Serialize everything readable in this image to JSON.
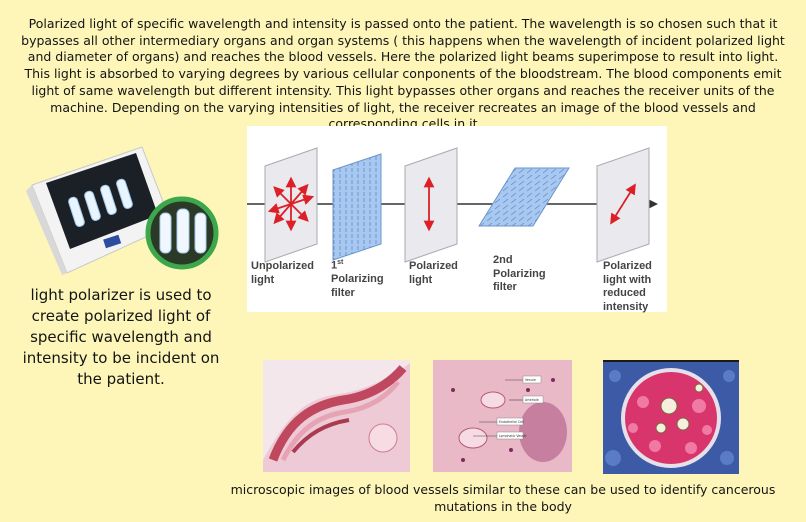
{
  "intro_text": "Polarized light of specific wavelength and intensity is passed onto the patient. The wavelength is so chosen such that it bypasses all other intermediary organs and organ systems ( this happens when the wavelength of incident polarized light and diameter of organs) and reaches the blood vessels. Here the polarized light beams superimpose to result into light. This light is absorbed to varying degrees by various cellular conponents of the bloodstream. The blood components emit light of same wavelength but different intensity. This light bypasses other organs and reaches the receiver units of the machine. Depending on the varying intensities of light, the receiver recreates an image of the blood vessels and corresponding cells in it",
  "device_caption": "light polarizer is used to create polarized light of specific wavelength and intensity to be incident on the patient.",
  "diagram": {
    "labels": {
      "unpolarized": "Unpolarized light",
      "filter1_num": "1",
      "filter1_sup": "st",
      "filter1_rest": "Polarizing filter",
      "polarized": "Polarized light",
      "filter2": "2nd Polarizing filter",
      "reduced": "Polarized light with reduced intensity"
    },
    "colors": {
      "panel": "#e9e9ee",
      "filter": "#a7c9f1",
      "arrow": "#dd2027",
      "beam": "#333333"
    }
  },
  "micro_caption": "microscopic images of blood vessels similar to these can be used to identify cancerous mutations in the body",
  "micro_labels": {
    "a": "Venule",
    "b": "Arteriole",
    "c": "Endothelial Cell",
    "d": "Lymphatic Vessel"
  }
}
